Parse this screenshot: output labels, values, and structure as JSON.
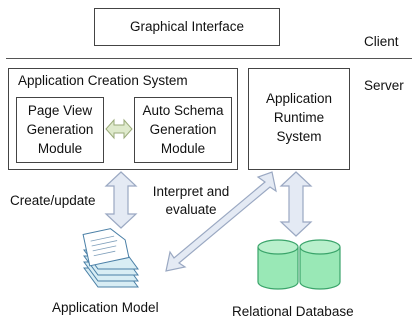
{
  "graphical_interface": "Graphical Interface",
  "client_label": "Client",
  "server_label": "Server",
  "app_creation_system": "Application Creation System",
  "page_view_module": [
    "Page View",
    "Generation",
    "Module"
  ],
  "auto_schema_module": [
    "Auto Schema",
    "Generation",
    "Module"
  ],
  "runtime_system": [
    "Application",
    "Runtime",
    "System"
  ],
  "create_update_label": "Create/update",
  "interpret_label": [
    "Interpret and",
    "evaluate"
  ],
  "application_model_label": "Application Model",
  "relational_db_label": "Relational Database",
  "colors": {
    "arrow_fill": "#e4eaf4",
    "arrow_stroke": "#9aa8c2",
    "db_fill": "#99e8b6",
    "db_stroke": "#3aa46a",
    "doc_fill": "#d8edf4",
    "doc_stroke": "#4a7fa6",
    "bidir_fill": "#dfeacc",
    "bidir_stroke": "#9aaa7a"
  }
}
